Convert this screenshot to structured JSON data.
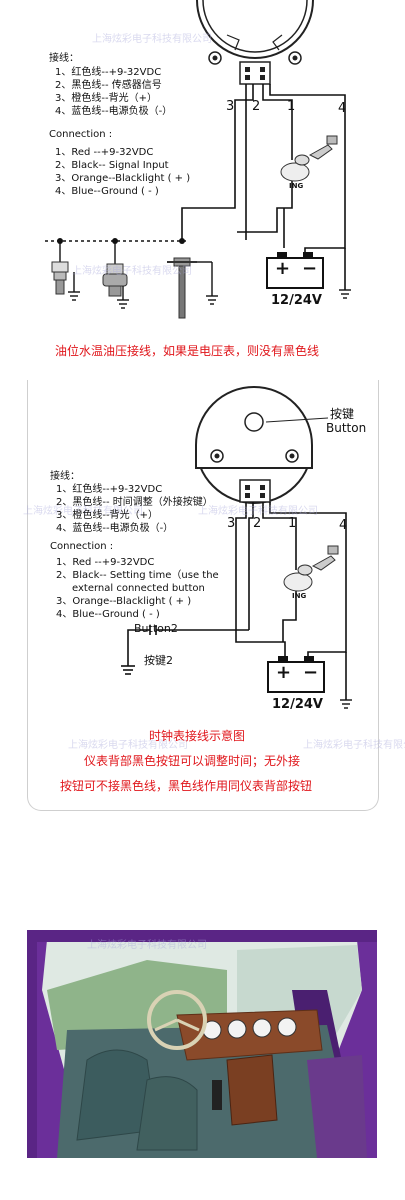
{
  "panel1": {
    "legend_cn_title": "接线：",
    "legend_cn": [
      "1、红色线--+9-32VDC",
      "2、黑色线-- 传感器信号",
      "3、橙色线--背光（+）",
      "4、蓝色线--电源负极（-）"
    ],
    "legend_en_title": "Connection :",
    "legend_en": [
      "1、Red --+9-32VDC",
      "2、Black-- Signal Input",
      "3、Orange--Blacklight ( + )",
      "4、Blue--Ground ( - )"
    ],
    "wire_numbers": [
      "3",
      "2",
      "1",
      "4"
    ],
    "battery_label": "12/24V",
    "battery_plus": "+",
    "battery_minus": "−",
    "ign_label": "ING",
    "watermark": "上海炫彩电子科技有限公司",
    "caption": "油位水温油压接线，如果是电压表，则没有黑色线"
  },
  "panel2": {
    "button_label_cn": "按键",
    "button_label_en": "Button",
    "legend_cn_title": "接线：",
    "legend_cn": [
      "1、红色线--+9-32VDC",
      "2、黑色线-- 时间调整（外接按键）",
      "3、橙色线--背光（+）",
      "4、蓝色线--电源负极（-）"
    ],
    "legend_en_title": "Connection :",
    "legend_en": [
      "1、Red --+9-32VDC",
      "2、Black-- Setting time（use the",
      "external connected button",
      "3、Orange--Blacklight ( + )",
      "4、Blue--Ground ( - )"
    ],
    "wire_numbers": [
      "3",
      "2",
      "1",
      "4"
    ],
    "button2_en": "Button2",
    "button2_cn": "按键2",
    "battery_label": "12/24V",
    "battery_plus": "+",
    "battery_minus": "−",
    "ign_label": "ING",
    "watermark": "上海炫彩电子科技有限公司",
    "caption_title": "时钟表接线示意图",
    "caption_line1": "仪表背部黑色按钮可以调整时间；无外接",
    "caption_line2": "按钮可不接黑色线，黑色线作用同仪表背部按钮"
  },
  "photo": {
    "watermark": "上海炫彩电子科技有限公司",
    "colors": {
      "body": "#7a3aa8",
      "interior": "#4c6a6c",
      "wood": "#8a4a2a",
      "sky": "#dfe9e3"
    }
  }
}
